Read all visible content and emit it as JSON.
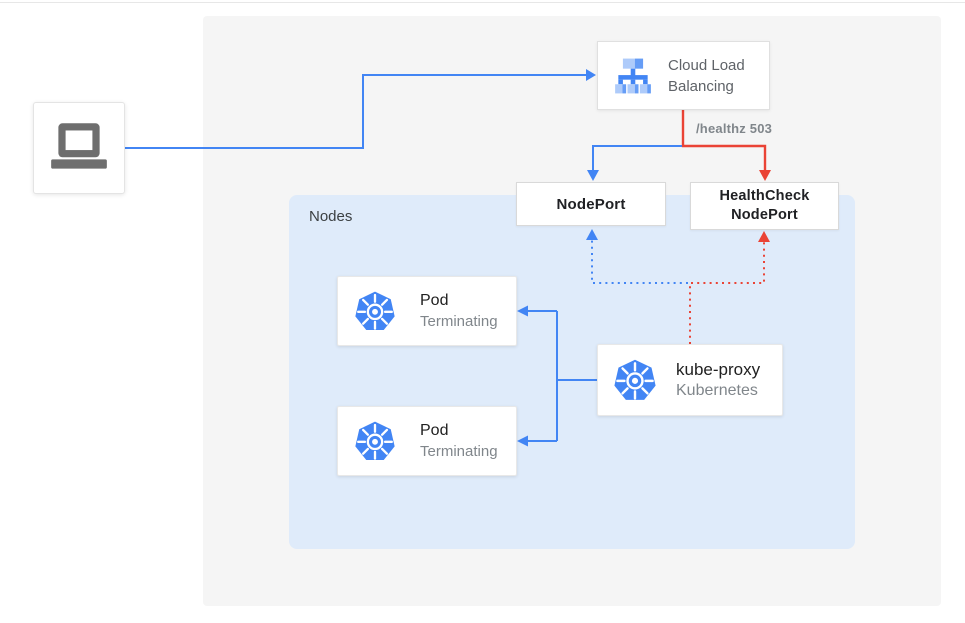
{
  "colors": {
    "edge_blue": "#4285f4",
    "edge_red": "#ea4335",
    "panel_bg": "#f5f5f5",
    "nodes_bg": "#dfebfa",
    "text_dark": "#202124",
    "text_gray": "#5f6368",
    "label_gray": "#80868b",
    "laptop_gray": "#6e6e6e",
    "k8s_icon_blue": "#4285f4",
    "lb_icon_light": "#aecbfa",
    "lb_icon_mid": "#669df6",
    "lb_icon_dark": "#4285f4"
  },
  "diagram": {
    "load_balancer": {
      "label": "Cloud Load Balancing"
    },
    "edge_label": "/healthz 503",
    "nodeport": {
      "label": "NodePort"
    },
    "healthcheck_nodeport": {
      "label": "HealthCheck NodePort"
    },
    "nodes_group": {
      "label": "Nodes"
    },
    "pods": [
      {
        "title": "Pod",
        "status": "Terminating"
      },
      {
        "title": "Pod",
        "status": "Terminating"
      }
    ],
    "kube_proxy": {
      "title": "kube-proxy",
      "subtitle": "Kubernetes"
    }
  }
}
